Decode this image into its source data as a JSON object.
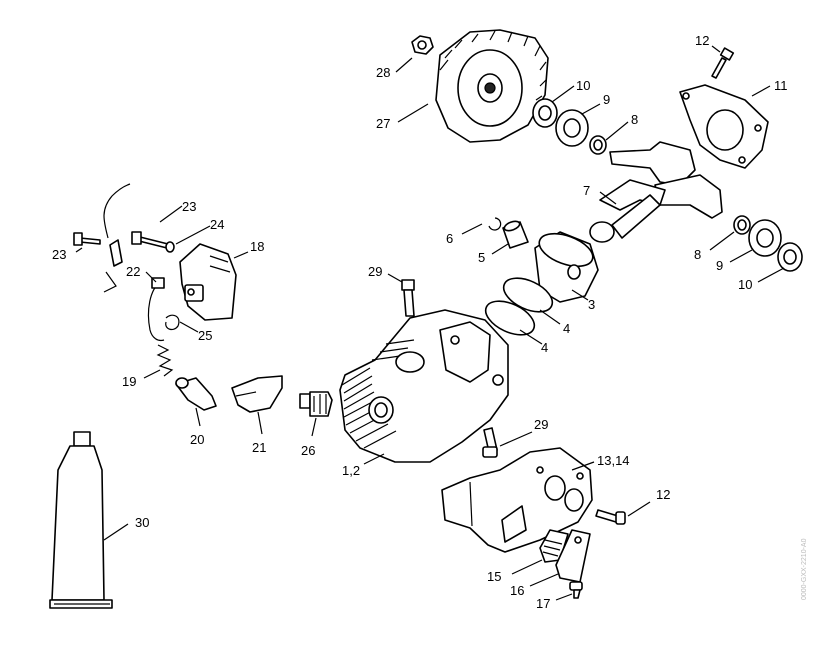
{
  "callouts": {
    "c28": "28",
    "c27": "27",
    "c10a": "10",
    "c9a": "9",
    "c8a": "8",
    "c12a": "12",
    "c11": "11",
    "c7": "7",
    "c8b": "8",
    "c9b": "9",
    "c10b": "10",
    "c23a": "23",
    "c24": "24",
    "c23b": "23",
    "c18": "18",
    "c22": "22",
    "c25": "25",
    "c6": "6",
    "c5": "5",
    "c29a": "29",
    "c3": "3",
    "c4a": "4",
    "c4b": "4",
    "c19": "19",
    "c20": "20",
    "c21": "21",
    "c26": "26",
    "c12": "1,2",
    "c29b": "29",
    "c1314": "13,14",
    "c12b": "12",
    "c30": "30",
    "c15": "15",
    "c16": "16",
    "c17": "17"
  },
  "stamp": "0000-GXX-2210-A0"
}
